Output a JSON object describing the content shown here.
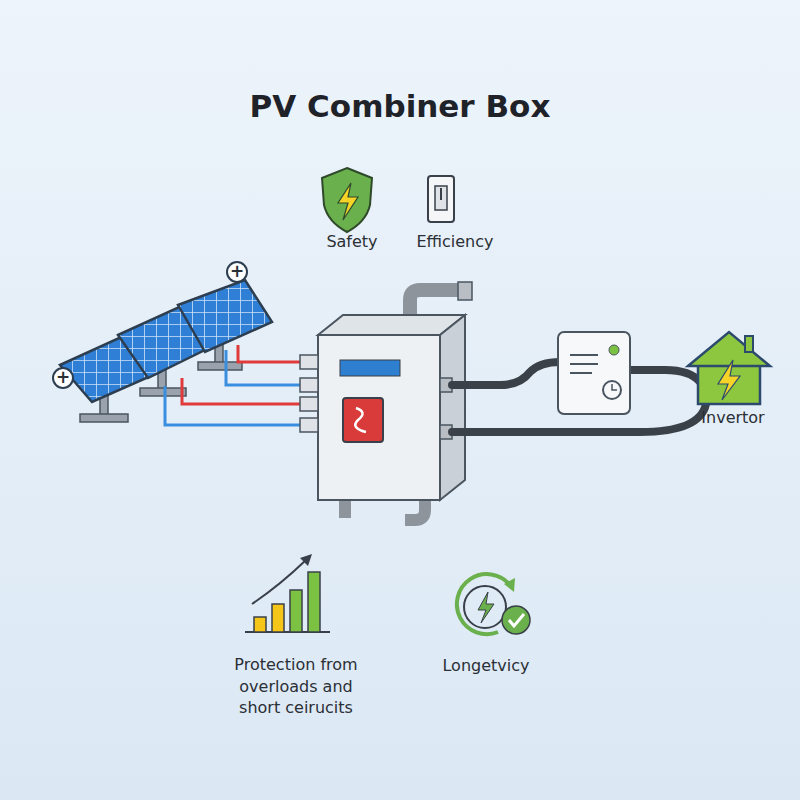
{
  "diagram": {
    "title": "PV Combiner Box",
    "labels": [
      "Safety",
      "Efficiency",
      "+",
      "+",
      "Invertor",
      "Protection from overloads and short ceirucits",
      "Longetvicy"
    ]
  }
}
